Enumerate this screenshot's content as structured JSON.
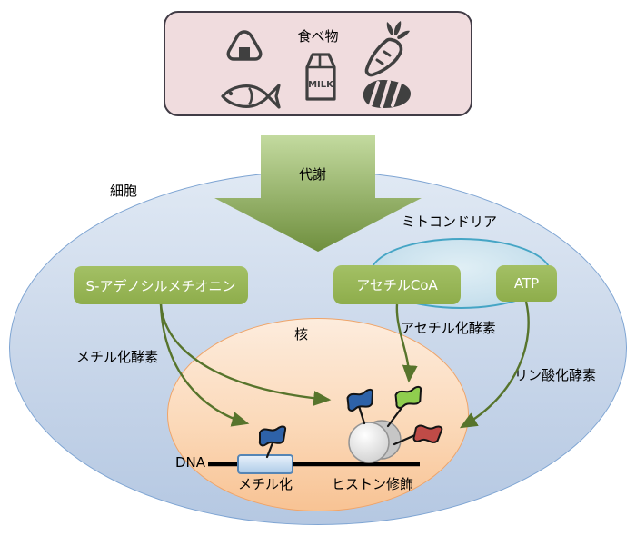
{
  "food_box": {
    "title": "食べ物",
    "milk_label": "MILK",
    "icons": [
      "onigiri-icon",
      "carrot-icon",
      "fish-icon",
      "milk-carton-icon",
      "steak-icon"
    ],
    "fill_color": "#f0dcde",
    "border_color": "#413c46",
    "icon_color": "#404040"
  },
  "metabolism_arrow": {
    "label": "代謝",
    "color_top": "#bed79c",
    "color_bottom": "#6f8f3e"
  },
  "cell": {
    "label": "細胞",
    "fill_color": "#c5d4e8",
    "border_color": "#7fa5d3"
  },
  "mitochondria": {
    "label": "ミトコンドリア",
    "fill_color": "#c6dfec",
    "border_color": "#45a5c5"
  },
  "nucleus": {
    "label": "核",
    "fill_color": "#fbd9b9",
    "border_color": "#efa469"
  },
  "molecules": {
    "sam": "S-アデノシルメチオニン",
    "acetylcoa": "アセチルCoA",
    "atp": "ATP",
    "box_color": "#95b553",
    "text_color": "#ffffff"
  },
  "enzymes": {
    "methylation": "メチル化酵素",
    "acetylation": "アセチル化酵素",
    "phosphorylation": "リン酸化酵素"
  },
  "dna": {
    "label": "DNA",
    "methylation_label": "メチル化",
    "histone_label": "ヒストン修飾",
    "methyl_region_color": "#bdd7ee"
  },
  "flags": {
    "blue": "#2e62a8",
    "green": "#8fce4e",
    "red": "#bf4b47"
  },
  "arrow_color": "#57742c",
  "histone_color": "#d9d9d9"
}
